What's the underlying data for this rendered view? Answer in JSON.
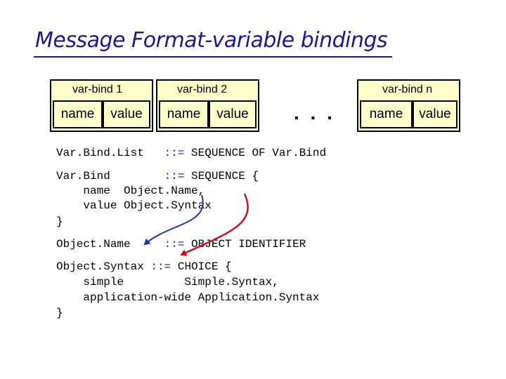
{
  "title": "Message Format-variable bindings",
  "varbinds": {
    "items": [
      {
        "label": "var-bind 1",
        "name": "name",
        "value": "value"
      },
      {
        "label": "var-bind 2",
        "name": "name",
        "value": "value"
      },
      {
        "label": "var-bind n",
        "name": "name",
        "value": "value"
      }
    ],
    "ellipsis": ". . ."
  },
  "code": {
    "line1": {
      "a": "Var.Bind.List   ",
      "op": "::=",
      "b": " SEQUENCE OF Var.Bind"
    },
    "line2": {
      "a": "Var.Bind        ",
      "op": "::=",
      "b": " SEQUENCE {"
    },
    "line3": "    name  Object.Name,",
    "line4": "    value Object.Syntax",
    "line5": "}",
    "line6": {
      "a": "Object.Name     ",
      "op": "::=",
      "b": " OBJECT IDENTIFIER"
    },
    "line7": {
      "a": "Object.Syntax ",
      "op": "::=",
      "b": " CHOICE {"
    },
    "line8": "    simple         Simple.Syntax,",
    "line9": "    application-wide Application.Syntax",
    "line10": "}"
  },
  "colors": {
    "title": "#1a1a8c",
    "panel": "#ffffcc",
    "arrow_blue": "#2233aa",
    "arrow_red": "#cc1122"
  }
}
